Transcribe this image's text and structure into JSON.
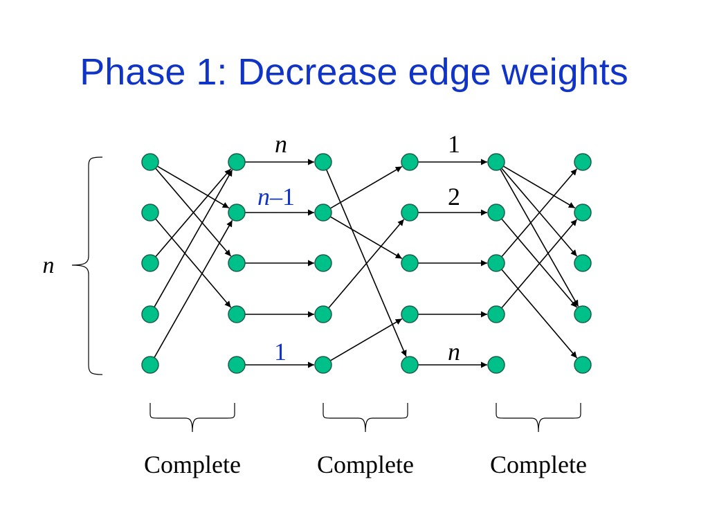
{
  "title": "Phase 1: Decrease edge weights",
  "colors": {
    "title": "#1033c8",
    "node_fill": "#00c08a",
    "node_stroke": "#1b5e4b",
    "blue_label": "#1033c8",
    "black_label": "#000000",
    "edge": "#000000"
  },
  "brace_label": "n",
  "edge_labels": [
    {
      "text_main": "n",
      "text_rest": "",
      "color": "black"
    },
    {
      "text_main": "n",
      "text_rest": "–1",
      "color": "blue"
    },
    {
      "text_main": "",
      "text_rest": "1",
      "color": "blue"
    },
    {
      "text_main": "",
      "text_rest": "1",
      "color": "black"
    },
    {
      "text_main": "",
      "text_rest": "2",
      "color": "black"
    },
    {
      "text_main": "n",
      "text_rest": "",
      "color": "black"
    }
  ],
  "group_labels": [
    "Complete",
    "Complete",
    "Complete"
  ],
  "graph": {
    "columns": 6,
    "rows": 5,
    "present_nodes": [
      [
        1,
        1,
        1,
        1,
        1
      ],
      [
        1,
        1,
        1,
        1,
        1
      ],
      [
        1,
        1,
        1,
        1,
        1
      ],
      [
        1,
        1,
        1,
        1,
        1
      ],
      [
        1,
        1,
        1,
        1,
        1
      ],
      [
        1,
        1,
        1,
        1,
        1
      ]
    ],
    "edges": [
      {
        "from": [
          0,
          0
        ],
        "to": [
          1,
          1
        ]
      },
      {
        "from": [
          0,
          0
        ],
        "to": [
          1,
          2
        ]
      },
      {
        "from": [
          0,
          1
        ],
        "to": [
          1,
          3
        ]
      },
      {
        "from": [
          0,
          2
        ],
        "to": [
          1,
          0
        ]
      },
      {
        "from": [
          0,
          3
        ],
        "to": [
          1,
          0
        ]
      },
      {
        "from": [
          0,
          4
        ],
        "to": [
          1,
          1
        ]
      },
      {
        "from": [
          1,
          0
        ],
        "to": [
          2,
          0
        ]
      },
      {
        "from": [
          1,
          1
        ],
        "to": [
          2,
          1
        ]
      },
      {
        "from": [
          1,
          2
        ],
        "to": [
          2,
          2
        ]
      },
      {
        "from": [
          1,
          3
        ],
        "to": [
          2,
          3
        ]
      },
      {
        "from": [
          1,
          4
        ],
        "to": [
          2,
          4
        ]
      },
      {
        "from": [
          2,
          0
        ],
        "to": [
          3,
          4
        ]
      },
      {
        "from": [
          2,
          1
        ],
        "to": [
          3,
          0
        ]
      },
      {
        "from": [
          2,
          1
        ],
        "to": [
          3,
          2
        ]
      },
      {
        "from": [
          2,
          3
        ],
        "to": [
          3,
          1
        ]
      },
      {
        "from": [
          2,
          4
        ],
        "to": [
          3,
          3
        ]
      },
      {
        "from": [
          3,
          0
        ],
        "to": [
          4,
          0
        ]
      },
      {
        "from": [
          3,
          1
        ],
        "to": [
          4,
          1
        ]
      },
      {
        "from": [
          3,
          2
        ],
        "to": [
          4,
          2
        ]
      },
      {
        "from": [
          3,
          3
        ],
        "to": [
          4,
          3
        ]
      },
      {
        "from": [
          3,
          4
        ],
        "to": [
          4,
          4
        ]
      },
      {
        "from": [
          4,
          0
        ],
        "to": [
          5,
          1
        ]
      },
      {
        "from": [
          4,
          0
        ],
        "to": [
          5,
          2
        ]
      },
      {
        "from": [
          4,
          0
        ],
        "to": [
          5,
          3
        ]
      },
      {
        "from": [
          4,
          1
        ],
        "to": [
          5,
          3
        ]
      },
      {
        "from": [
          4,
          2
        ],
        "to": [
          5,
          0
        ]
      },
      {
        "from": [
          4,
          2
        ],
        "to": [
          5,
          4
        ]
      },
      {
        "from": [
          4,
          3
        ],
        "to": [
          5,
          1
        ]
      }
    ]
  }
}
